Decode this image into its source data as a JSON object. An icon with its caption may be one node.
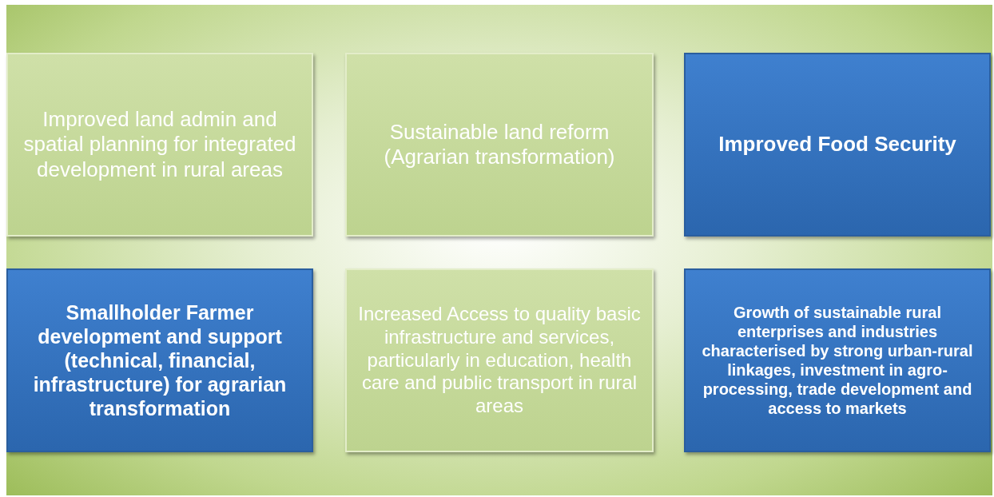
{
  "diagram": {
    "nodes": [
      {
        "text": [
          "Improved land admin and spatial planning for integrated development in rural areas"
        ]
      },
      {
        "text": [
          "Sustainable land reform (Agrarian transformation)"
        ]
      },
      {
        "text": [
          "Improved Food Security"
        ]
      },
      {
        "text": [
          "Smallholder Farmer development and support (technical, financial, infrastructure) for agrarian transformation"
        ]
      },
      {
        "text": [
          "Increased Access to quality basic infrastructure and services, particularly in education, health care and public transport in rural areas"
        ]
      },
      {
        "text": [
          "Growth of sustainable rural enterprises and industries characterised by strong urban-rural linkages, investment in agro-processing, trade development and access to markets"
        ]
      }
    ]
  }
}
